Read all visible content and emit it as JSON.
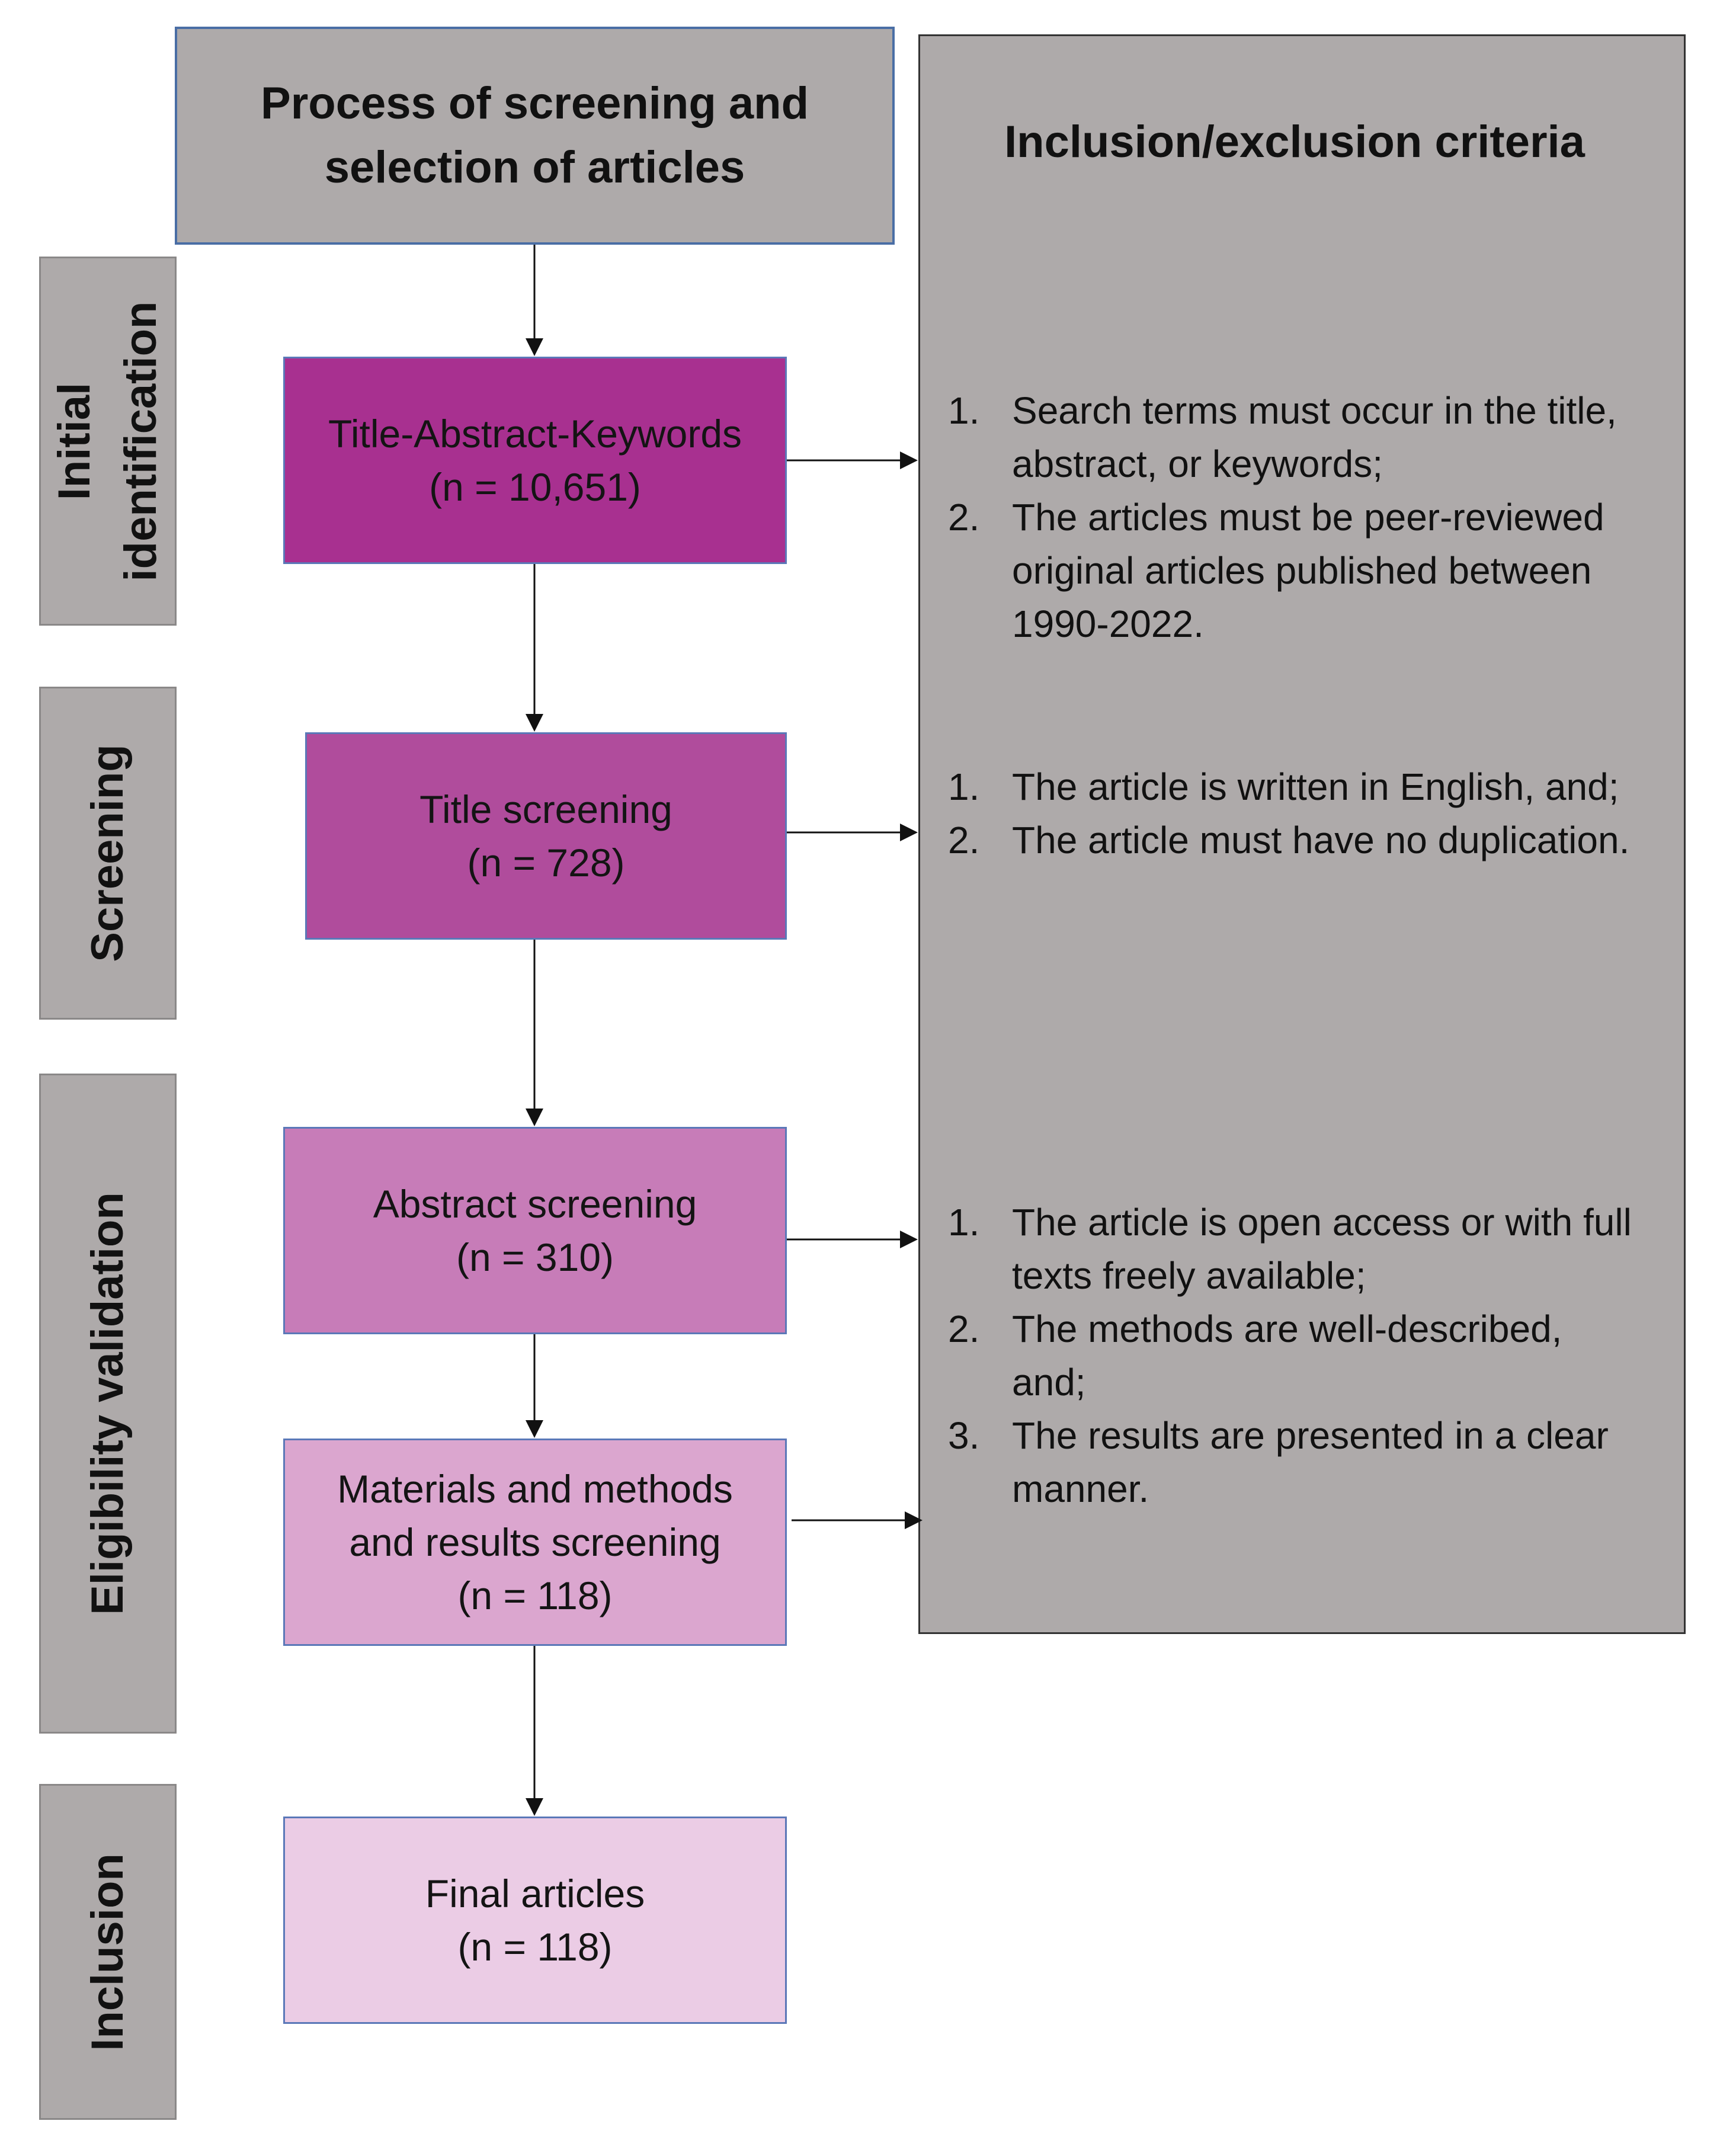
{
  "header": {
    "title_line1": "Process of screening and",
    "title_line2": "selection of articles",
    "criteria_title": "Inclusion/exclusion criteria"
  },
  "stages": [
    {
      "line1": "Initial",
      "line2": "identification"
    },
    {
      "line1": "Screening",
      "line2": ""
    },
    {
      "line1": "Eligibility validation",
      "line2": ""
    },
    {
      "line1": "Inclusion",
      "line2": ""
    }
  ],
  "steps": [
    {
      "line1": "Title-Abstract-Keywords",
      "line2": "(n = 10,651)",
      "color": "#a83090"
    },
    {
      "line1": "Title screening",
      "line2": "(n = 728)",
      "color": "#b04c9c"
    },
    {
      "line1": "Abstract screening",
      "line2": "(n = 310)",
      "color": "#c77cb8"
    },
    {
      "line1": "Materials and methods",
      "line2": "and results screening",
      "line3": "(n = 118)",
      "color": "#dba6cf"
    },
    {
      "line1": "Final articles",
      "line2": "(n = 118)",
      "color": "#ebcce5"
    }
  ],
  "criteria": [
    {
      "items": [
        {
          "num": "1.",
          "text": "Search terms must occur in the title, abstract, or keywords;"
        },
        {
          "num": "2.",
          "text": "The articles must be peer-reviewed original articles published between 1990-2022."
        }
      ]
    },
    {
      "items": [
        {
          "num": "1.",
          "text": "The article is written in English, and;"
        },
        {
          "num": "2.",
          "text": "The article must have no duplication."
        }
      ]
    },
    {
      "items": [
        {
          "num": "1.",
          "text": "The article is open access or with full texts freely available;"
        },
        {
          "num": "2.",
          "text": "The methods are well-described, and;"
        },
        {
          "num": "3.",
          "text": "The results are presented in a clear manner."
        }
      ]
    }
  ],
  "colors": {
    "panel_gray": "#aeaaaa",
    "header_border": "#4a6ea5",
    "step_border": "#5b78b8"
  }
}
